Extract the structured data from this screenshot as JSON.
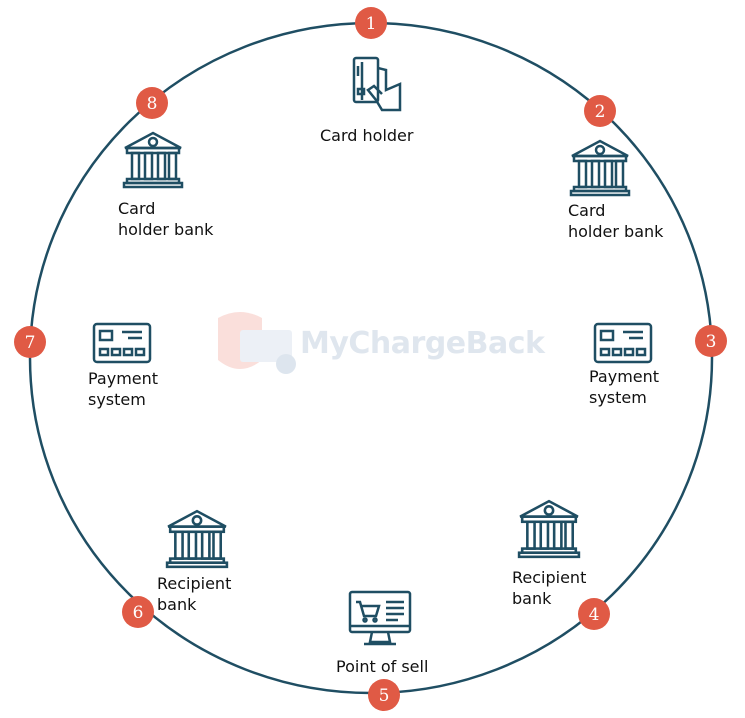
{
  "watermark": "MyChargeBack",
  "colors": {
    "ring": "#1f4e63",
    "badge": "#e05a45",
    "icon": "#1f4e63"
  },
  "steps": [
    {
      "number": "1",
      "label": "Card holder",
      "icon": "card-in-hand-icon"
    },
    {
      "number": "2",
      "label": "Card\nholder bank",
      "icon": "bank-icon"
    },
    {
      "number": "3",
      "label": "Payment\nsystem",
      "icon": "payment-card-icon"
    },
    {
      "number": "4",
      "label": "Recipient\nbank",
      "icon": "bank-icon"
    },
    {
      "number": "5",
      "label": "Point of sell",
      "icon": "pos-terminal-icon"
    },
    {
      "number": "6",
      "label": "Recipient\nbank",
      "icon": "bank-icon"
    },
    {
      "number": "7",
      "label": "Payment\nsystem",
      "icon": "payment-card-icon"
    },
    {
      "number": "8",
      "label": "Card\nholder bank",
      "icon": "bank-icon"
    }
  ]
}
